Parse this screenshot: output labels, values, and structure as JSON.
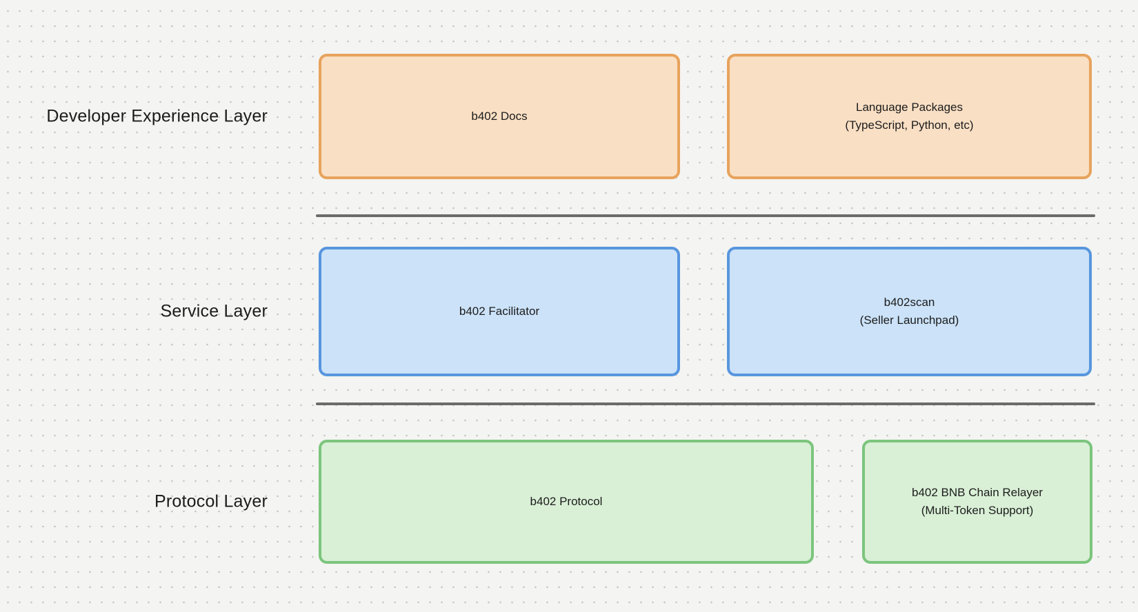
{
  "canvas": {
    "background_color": "#f4f4f2",
    "dot_color": "#c5c5c3",
    "divider_color": "#6b6b6b",
    "text_color": "#1c1c1c"
  },
  "layers": [
    {
      "label": "Developer Experience Layer",
      "colors": {
        "border": "#e8a35c",
        "fill": "#f9dfc4"
      },
      "boxes": [
        {
          "lines": [
            "b402 Docs"
          ]
        },
        {
          "lines": [
            "Language Packages",
            "(TypeScript, Python, etc)"
          ]
        }
      ]
    },
    {
      "label": "Service Layer",
      "colors": {
        "border": "#5896de",
        "fill": "#cbe2f8"
      },
      "boxes": [
        {
          "lines": [
            "b402 Facilitator"
          ]
        },
        {
          "lines": [
            "b402scan",
            "(Seller Launchpad)"
          ]
        }
      ]
    },
    {
      "label": "Protocol Layer",
      "colors": {
        "border": "#7cc57e",
        "fill": "#d9f0d6"
      },
      "boxes": [
        {
          "lines": [
            "b402 Protocol"
          ]
        },
        {
          "lines": [
            "b402 BNB Chain Relayer",
            "(Multi-Token Support)"
          ]
        }
      ]
    }
  ]
}
